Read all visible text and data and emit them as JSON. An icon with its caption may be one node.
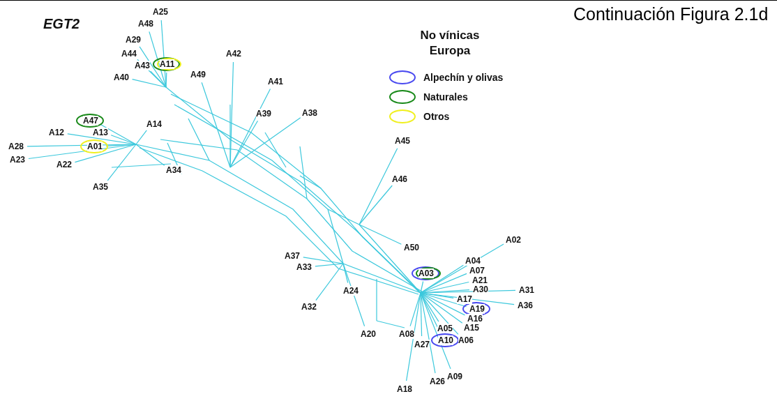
{
  "diagram": {
    "title": "Continuación Figura 2.1d",
    "labels": [
      "EGT2",
      "No vínicas Europa",
      "A25",
      "A48",
      "A29",
      "A44",
      "A42",
      "A43",
      "A11",
      "A49",
      "A40",
      "A41",
      "A39",
      "A38",
      "A47",
      "A14",
      "A12",
      "A13",
      "A28",
      "A01",
      "A23",
      "A22",
      "A34",
      "A45",
      "A46",
      "A35",
      "A02",
      "A50",
      "A37",
      "A04",
      "A33",
      "A03",
      "A07",
      "A21",
      "A24",
      "A30",
      "A31",
      "A17",
      "A32",
      "A19",
      "A36",
      "A16",
      "A05",
      "A15",
      "A20",
      "A08",
      "A10",
      "A06",
      "A27",
      "A09",
      "A26",
      "A18"
    ],
    "legend": [
      {
        "text": "Alpechín y olivas",
        "color": "#4a4af0"
      },
      {
        "text": "Naturales",
        "color": "#1a8a1a"
      },
      {
        "text": "Otros",
        "color": "#f0f020"
      }
    ]
  }
}
